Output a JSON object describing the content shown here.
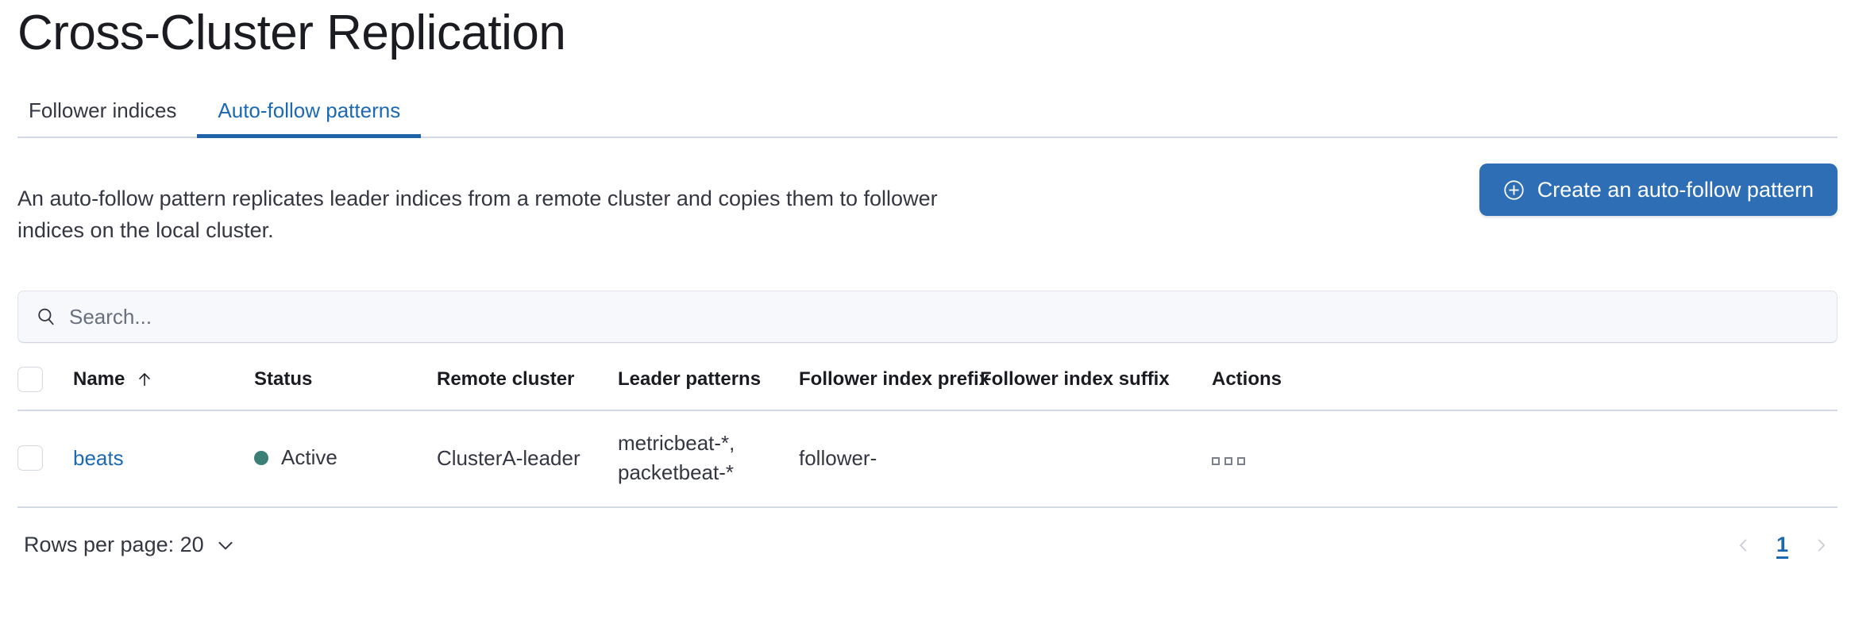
{
  "page": {
    "title": "Cross-Cluster Replication"
  },
  "tabs": [
    {
      "label": "Follower indices",
      "selected": false
    },
    {
      "label": "Auto-follow patterns",
      "selected": true
    }
  ],
  "intro": {
    "description": "An auto-follow pattern replicates leader indices from a remote cluster and copies them to follower indices on the local cluster.",
    "create_button_label": "Create an auto-follow pattern",
    "create_button_icon": "plus-in-circle-icon"
  },
  "search": {
    "placeholder": "Search...",
    "value": "",
    "icon": "search-icon"
  },
  "table": {
    "columns": [
      {
        "key": "name",
        "label": "Name",
        "sort": "asc",
        "sort_icon": "sort-arrow-up-icon"
      },
      {
        "key": "status",
        "label": "Status"
      },
      {
        "key": "remote_cluster",
        "label": "Remote cluster"
      },
      {
        "key": "leader_patterns",
        "label": "Leader patterns"
      },
      {
        "key": "follower_index_prefix",
        "label": "Follower index prefix"
      },
      {
        "key": "follower_index_suffix",
        "label": "Follower index suffix"
      },
      {
        "key": "actions",
        "label": "Actions"
      }
    ],
    "rows": [
      {
        "selected": false,
        "name": "beats",
        "status": "Active",
        "status_color": "#3b7f77",
        "remote_cluster": "ClusterA-leader",
        "leader_patterns_line1": "metricbeat-*,",
        "leader_patterns_line2": "packetbeat-*",
        "follower_index_prefix": "follower-",
        "follower_index_suffix": "",
        "actions_icon": "more-actions-icon"
      }
    ]
  },
  "footer": {
    "rows_per_page_label": "Rows per page: 20",
    "rows_per_page_icon": "chevron-down-icon",
    "prev_icon": "chevron-left-icon",
    "next_icon": "chevron-right-icon",
    "current_page": "1"
  },
  "colors": {
    "accent_blue": "#1c69b3",
    "button_blue": "#2e6eb5",
    "tab_underline": "#1f63ab",
    "status_green": "#3b7f77",
    "border": "#d3dae6",
    "text": "#343741"
  }
}
